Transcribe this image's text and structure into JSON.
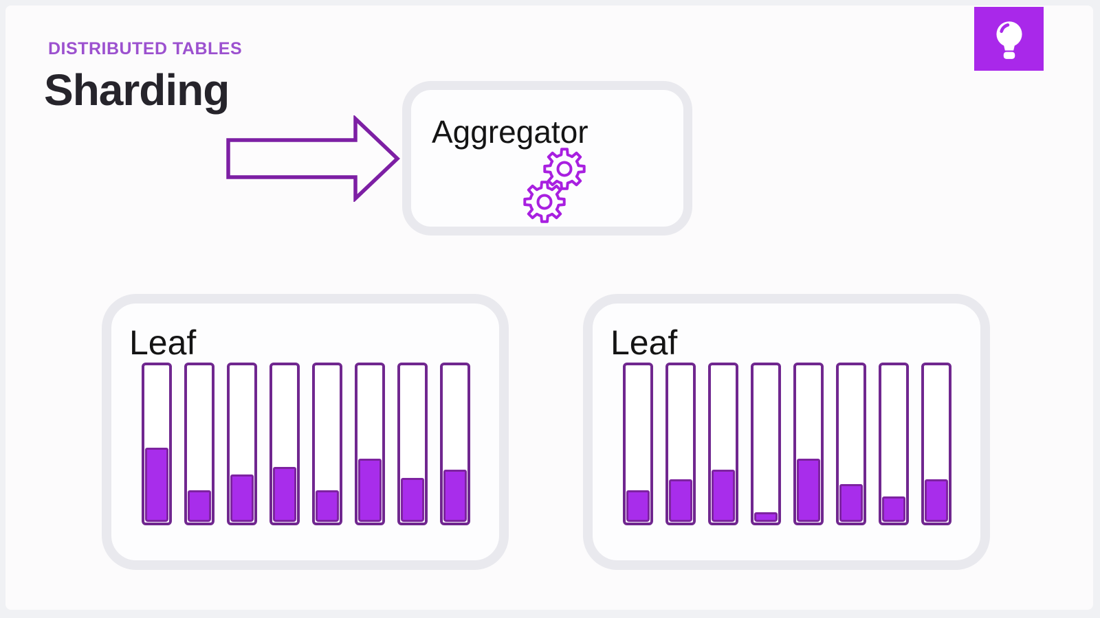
{
  "header": {
    "eyebrow": "DISTRIBUTED TABLES",
    "title": "Sharding"
  },
  "badge": {
    "icon": "lightbulb"
  },
  "aggregator": {
    "label": "Aggregator",
    "icon": "gears"
  },
  "leaves": [
    {
      "label": "Leaf",
      "bar_fill_percents": [
        47,
        20,
        30,
        35,
        20,
        40,
        28,
        33
      ]
    },
    {
      "label": "Leaf",
      "bar_fill_percents": [
        20,
        27,
        33,
        6,
        40,
        24,
        16,
        27
      ]
    }
  ],
  "colors": {
    "page-bg": "#f0f1f4",
    "slide-bg": "#fcfbfc",
    "box-border": "#e9e9ee",
    "eyebrow-purple": "#9c51cf",
    "title-dark": "#26242b",
    "arrow-purple": "#7d1fa4",
    "gear-purple": "#a81fe0",
    "badge-purple": "#a928ea",
    "bar-border": "#70278f",
    "bar-fill": "#a82deb",
    "bar-fill-border": "#7d23a0"
  }
}
